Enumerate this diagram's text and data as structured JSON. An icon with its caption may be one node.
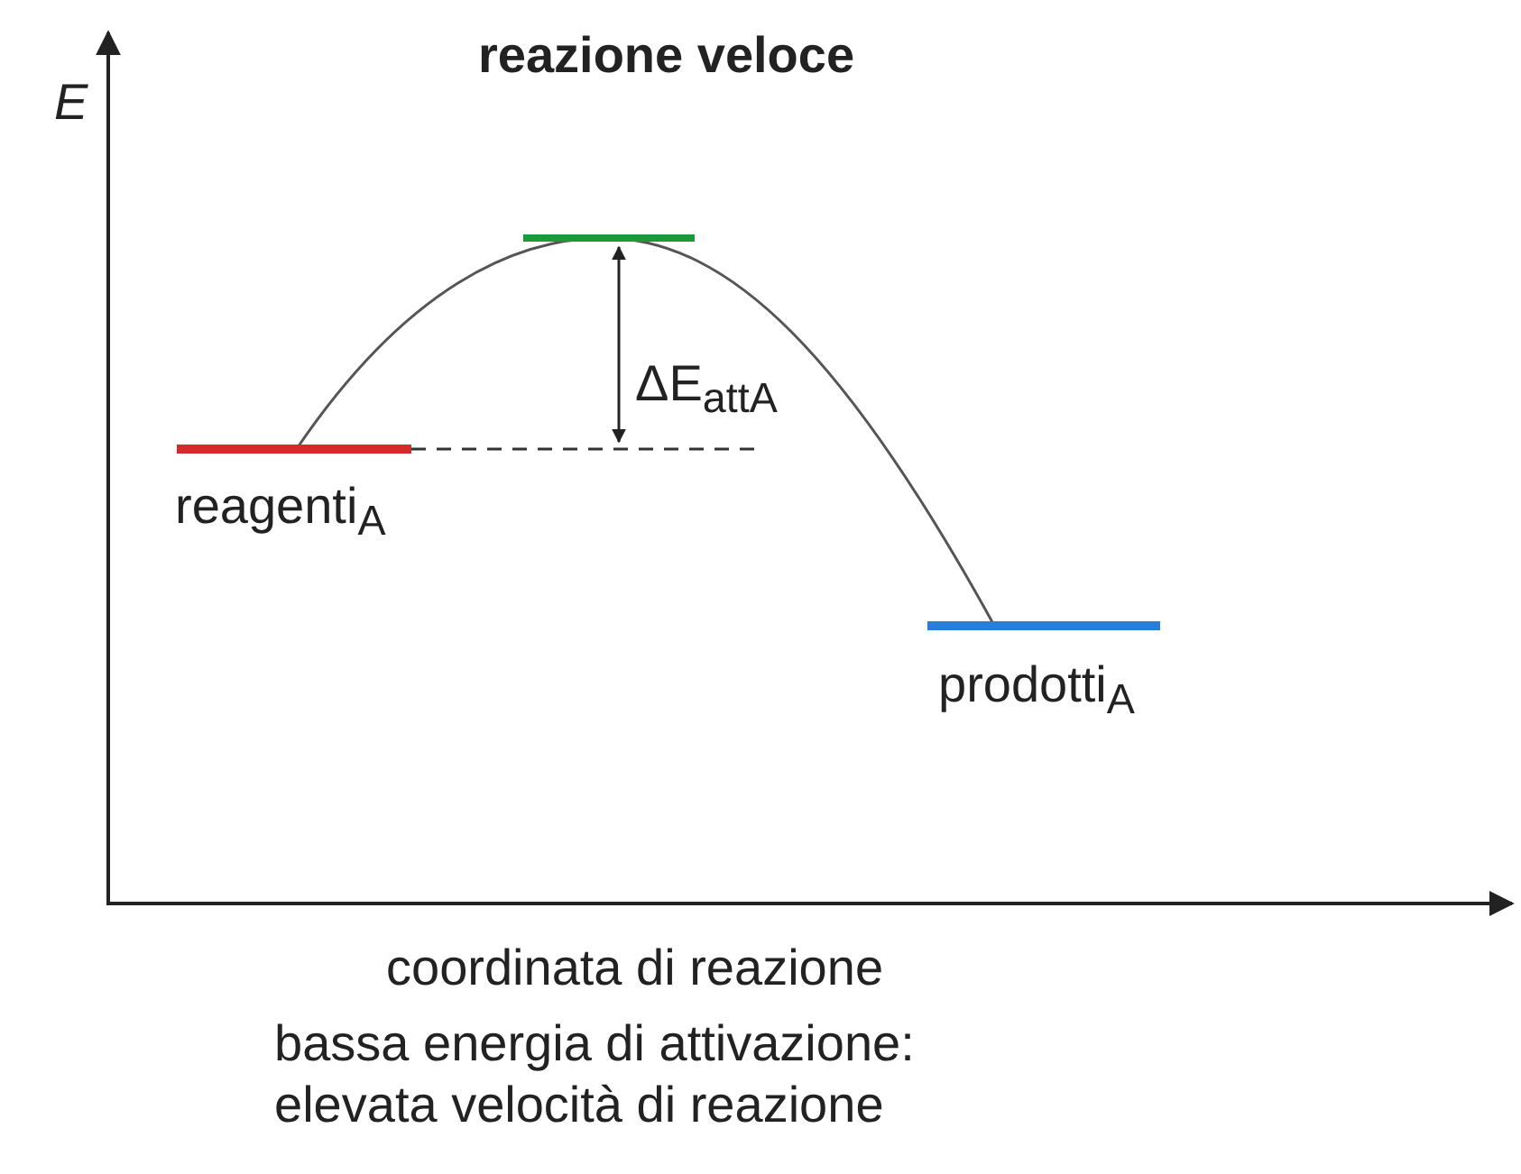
{
  "diagram": {
    "title": "reazione veloce",
    "caption": "bassa energia di attivazione: elevata velocità di reazione",
    "labels": [
      "E",
      "ΔE$_{attA}$",
      "reagenti$_{A}$",
      "prodotti$_{A}$",
      "coordinata di reazione"
    ]
  }
}
